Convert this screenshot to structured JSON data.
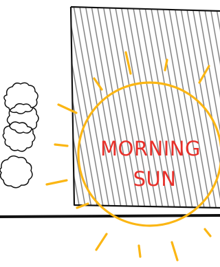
{
  "sun": {
    "label_line1": "MORNING",
    "label_line2": "SUN",
    "label_color": "#e8302a",
    "ray_color": "#fbb614",
    "ring_color": "#fbb614"
  },
  "building": {
    "outline_color": "#111111",
    "hatch_color": "#777777"
  },
  "ground": {
    "color": "#111111"
  },
  "trees": {
    "outline_color": "#111111",
    "count": 4
  }
}
